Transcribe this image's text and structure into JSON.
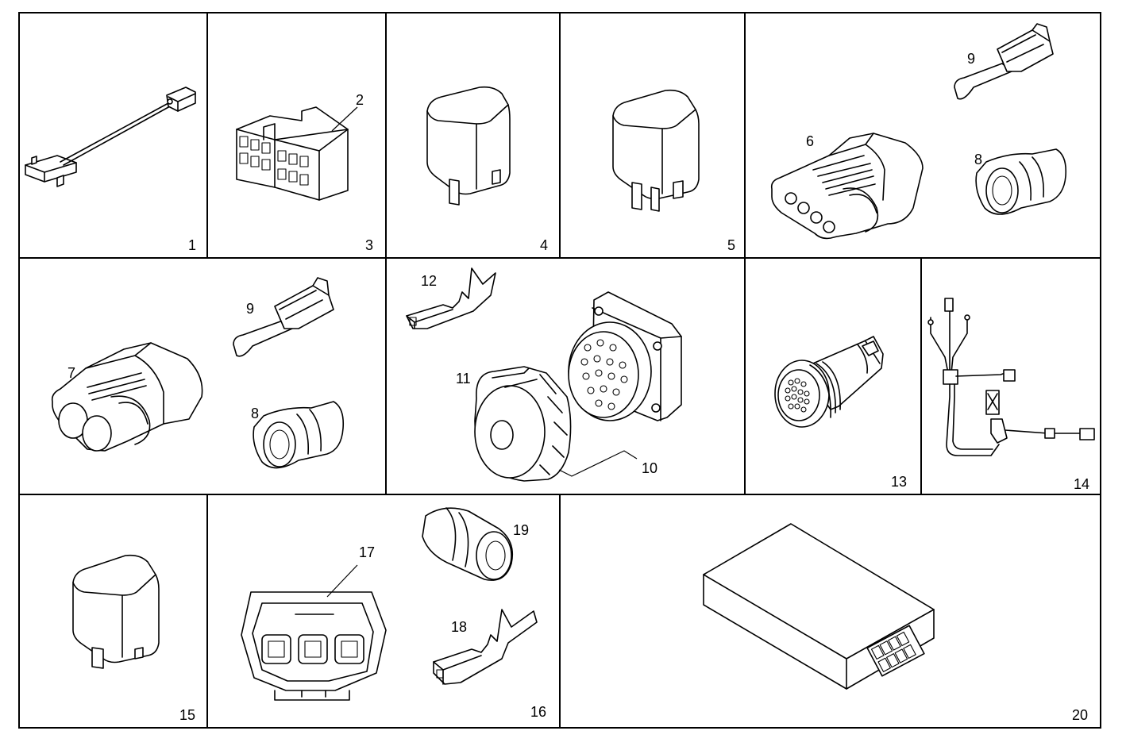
{
  "panels": {
    "p1": {
      "index": "1"
    },
    "p3": {
      "index": "3",
      "callouts": [
        "2"
      ]
    },
    "p4": {
      "index": "4"
    },
    "p5": {
      "index": "5"
    },
    "p5b": {
      "index": "",
      "callouts": [
        "9",
        "6",
        "8"
      ]
    },
    "p7": {
      "index": "",
      "callouts": [
        "9",
        "7",
        "8"
      ]
    },
    "p10": {
      "index": "",
      "callouts": [
        "12",
        "11",
        "10"
      ]
    },
    "p13": {
      "index": "13"
    },
    "p14": {
      "index": "14"
    },
    "p15": {
      "index": "15"
    },
    "p16": {
      "index": "16",
      "callouts": [
        "17",
        "19",
        "18"
      ]
    },
    "p20": {
      "index": "20"
    }
  }
}
